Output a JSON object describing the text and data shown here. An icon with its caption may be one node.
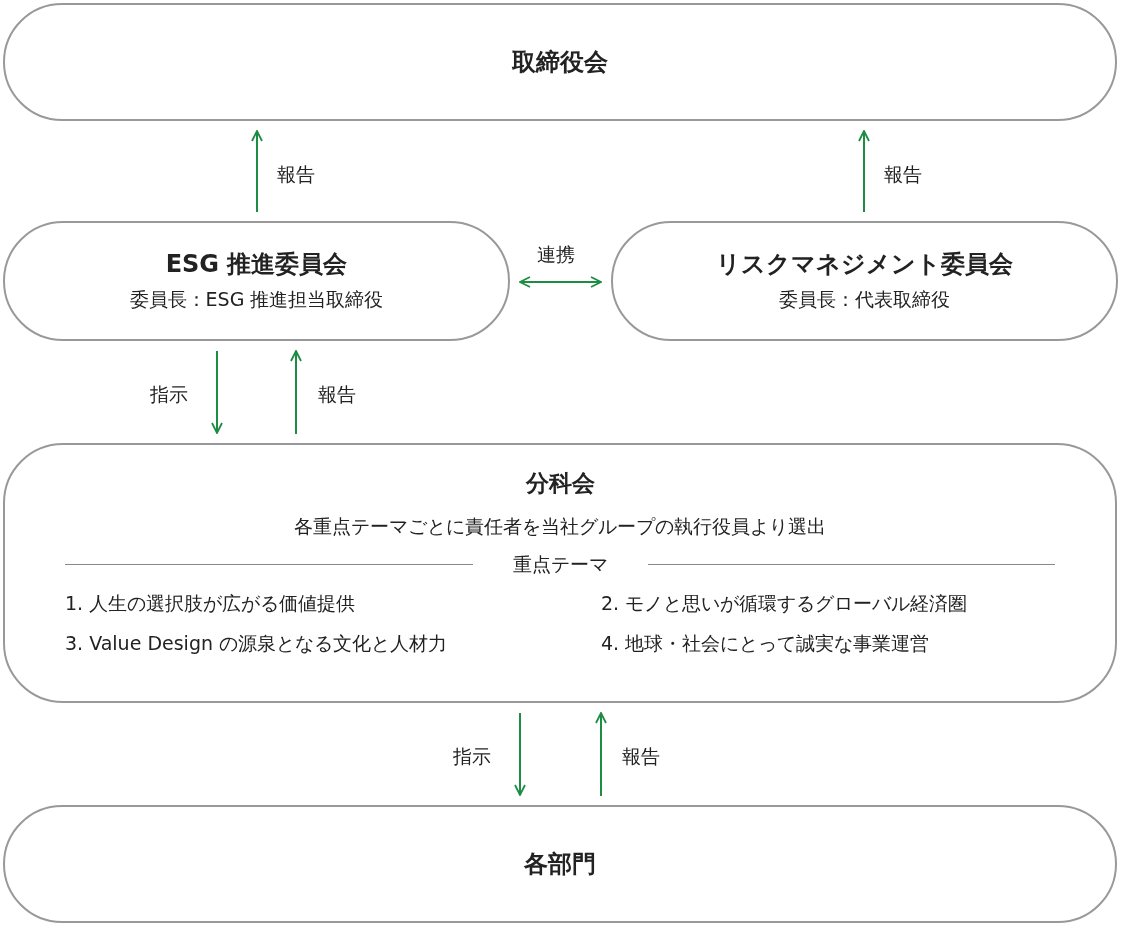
{
  "diagram": {
    "nodes": [
      {
        "text": [
          "取締役会"
        ]
      },
      {
        "text": [
          "ESG 推進委員会",
          "委員長：ESG 推進担当取締役"
        ]
      },
      {
        "text": [
          "リスクマネジメント委員会",
          "委員長：代表取締役"
        ]
      },
      {
        "text": [
          "分科会",
          "各重点テーマごとに責任者を当社グループの執行役員より選出",
          "重点テーマ",
          "1. 人生の選択肢が広がる価値提供",
          "2. モノと思いが循環するグローバル経済圏",
          "3. Value Design の源泉となる文化と人材力",
          "4. 地球・社会にとって誠実な事業運営"
        ]
      },
      {
        "text": [
          "各部門"
        ]
      }
    ],
    "edges": [
      {
        "from": 1,
        "to": 0,
        "arrow": "to",
        "label": "報告"
      },
      {
        "from": 2,
        "to": 0,
        "arrow": "to",
        "label": "報告"
      },
      {
        "from": 1,
        "to": 2,
        "arrow": "both",
        "label": "連携"
      },
      {
        "from": 1,
        "to": 3,
        "arrow": "to",
        "label": "指示"
      },
      {
        "from": 3,
        "to": 1,
        "arrow": "to",
        "label": "報告"
      },
      {
        "from": 3,
        "to": 4,
        "arrow": "to",
        "label": "指示"
      },
      {
        "from": 4,
        "to": 3,
        "arrow": "to",
        "label": "報告"
      }
    ]
  }
}
